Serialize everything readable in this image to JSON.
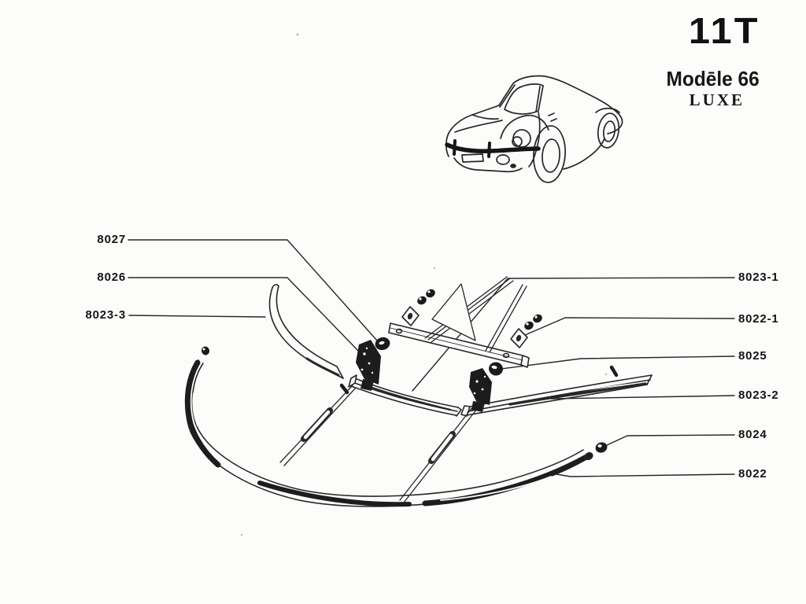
{
  "header": {
    "section_code": "11T",
    "model_name": "Modēle 66",
    "trim_level": "LUXE"
  },
  "parts": {
    "left": [
      {
        "number": "8027"
      },
      {
        "number": "8026"
      },
      {
        "number": "8023-3"
      }
    ],
    "right": [
      {
        "number": "8023-1"
      },
      {
        "number": "8022-1"
      },
      {
        "number": "8025"
      },
      {
        "number": "8023-2"
      },
      {
        "number": "8024"
      },
      {
        "number": "8022"
      }
    ]
  },
  "illustration": {
    "car": "sports-coupe-line-drawing-with-front-bumper-highlighted"
  },
  "colors": {
    "ink": "#262626",
    "paper": "#fcfcfb"
  }
}
